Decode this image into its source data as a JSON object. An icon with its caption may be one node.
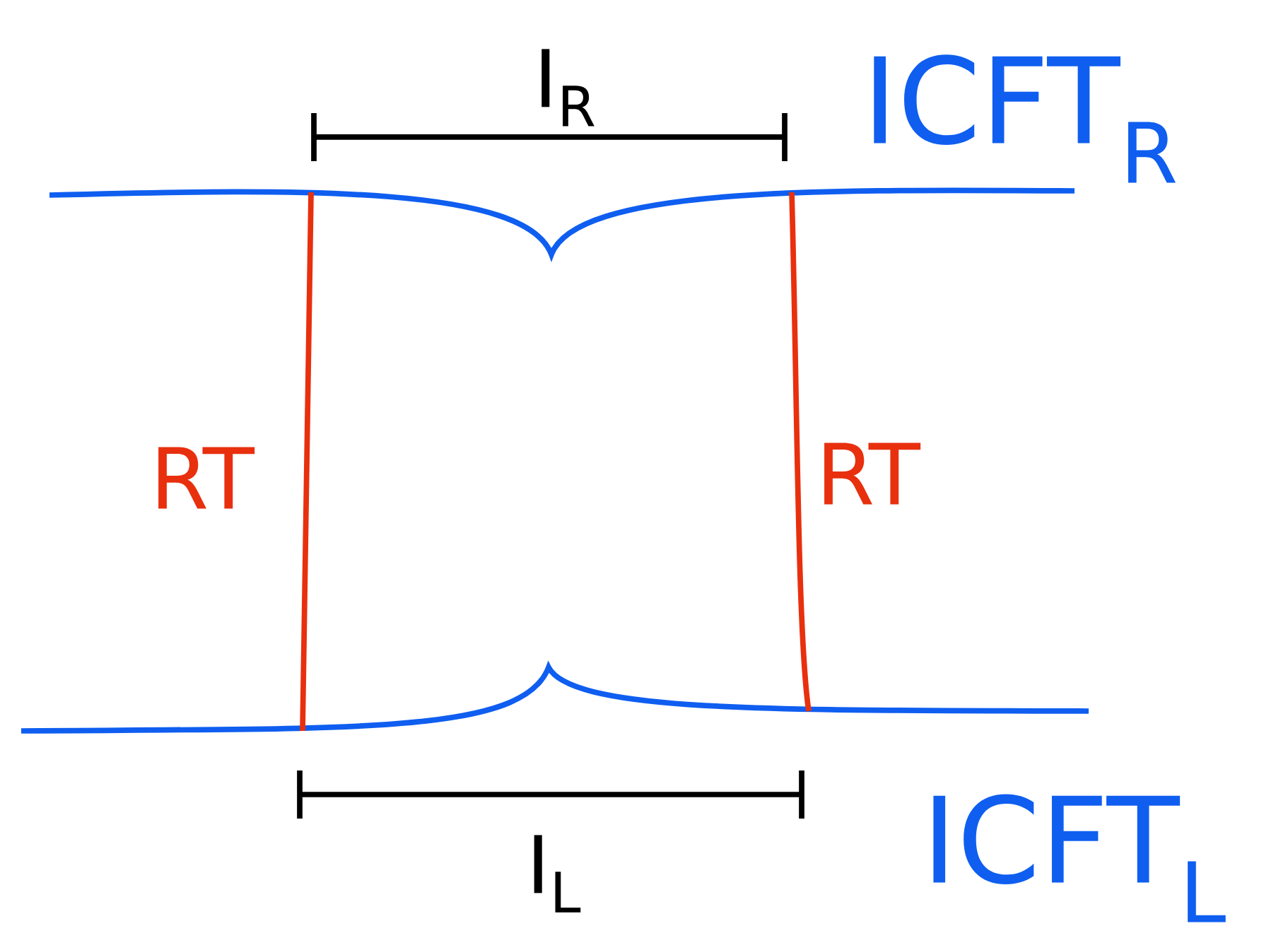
{
  "diagram": {
    "nodes": [
      {
        "text": [
          "ICFT$_{R}$"
        ]
      },
      {
        "text": [
          "ICFT$_{L}$"
        ]
      }
    ],
    "edges": [
      {
        "from": 0,
        "to": 1,
        "arrow": "none",
        "label": "RT"
      },
      {
        "from": 0,
        "to": 1,
        "arrow": "none",
        "label": "RT"
      }
    ],
    "labels": [
      "I$_{R}$",
      "I$_{L}$"
    ]
  }
}
